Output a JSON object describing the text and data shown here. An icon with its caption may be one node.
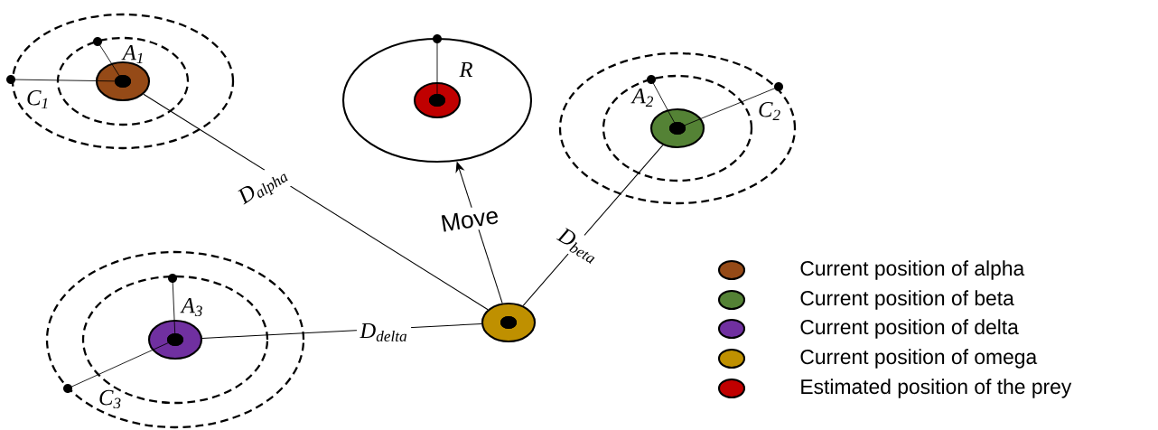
{
  "diagram": {
    "nodes": [
      {
        "text": [],
        "shape": "circle"
      },
      {
        "text": [],
        "shape": "circle",
        "in": 0
      },
      {
        "text": [],
        "shape": "circle"
      },
      {
        "text": [],
        "shape": "circle"
      },
      {
        "text": [],
        "shape": "circle"
      },
      {
        "text": [],
        "shape": "circle"
      }
    ],
    "edges": [
      {
        "from": 2,
        "to": 5,
        "arrow": "none",
        "label": "D$_{alpha}$"
      },
      {
        "from": 5,
        "to": 0,
        "arrow": "to",
        "label": "Move"
      },
      {
        "from": 3,
        "to": 5,
        "arrow": "none",
        "label": "D$_{beta}$"
      },
      {
        "from": 4,
        "to": 5,
        "arrow": "none",
        "label": "D$_{delta}$"
      }
    ],
    "labels": [
      "A$_{1}$",
      "C$_{1}$",
      "R",
      "A$_{2}$",
      "C$_{2}$",
      "A$_{3}$",
      "C$_{3}$"
    ],
    "legend": [
      {
        "text": "Current position of alpha",
        "color": "#954a17"
      },
      {
        "text": "Current position of beta",
        "color": "#548235"
      },
      {
        "text": "Current position of delta",
        "color": "#7030a0"
      },
      {
        "text": "Current position of omega",
        "color": "#bf9000"
      },
      {
        "text": "Estimated position of the prey",
        "color": "#c00000"
      }
    ]
  }
}
